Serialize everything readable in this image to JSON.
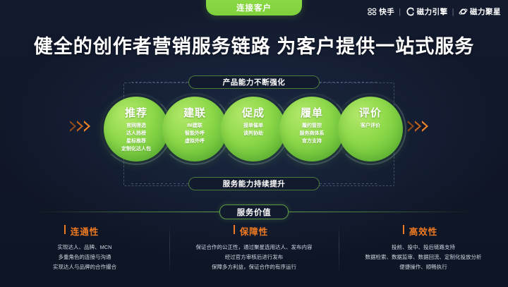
{
  "top_pill": {
    "label": "连接客户"
  },
  "brands": [
    {
      "name": "快手",
      "icon": "kuaishou-logo-icon"
    },
    {
      "name": "磁力引擎",
      "icon": "magnetic-engine-logo-icon"
    },
    {
      "name": "磁力聚星",
      "icon": "magnetic-juxing-logo-icon"
    }
  ],
  "brand_separator": "|",
  "headline": "健全的创作者营销服务链路  为客户提供一站式服务",
  "capsules": {
    "top": "产品能力不断强化",
    "bottom": "服务能力持续提升",
    "value": "服务价值"
  },
  "flow": {
    "nodes": [
      {
        "title": "推荐",
        "subs": [
          "官网筛选",
          "达人热榜",
          "星标推荐",
          "定制化达人包"
        ]
      },
      {
        "title": "建联",
        "subs": [
          "IM建联",
          "智能外呼",
          "虚拟外呼"
        ]
      },
      {
        "title": "促成",
        "subs": [
          "接单催单",
          "谈判协助"
        ]
      },
      {
        "title": "履单",
        "subs": [
          "履约管控",
          "服务商体系",
          "官方支持"
        ]
      },
      {
        "title": "评价",
        "subs": [
          "客户评价"
        ]
      }
    ]
  },
  "values": [
    {
      "title": "连通性",
      "lines": [
        "实现达人、品牌、MCN",
        "多重角色的连接与沟通",
        "实现达人与品牌的合作撮合"
      ]
    },
    {
      "title": "保障性",
      "lines": [
        "保证合作的公正性，通过聚星选用达人、发布内容",
        "经过官方审核后进行发布",
        "保障多方利益，保证合作的有序运行"
      ]
    },
    {
      "title": "高效性",
      "lines": [
        "投前、投中、投后链路支持",
        "数据检索、数据监审、数据回流、定制化投放分析",
        "便捷操作、顺畅执行"
      ]
    }
  ],
  "colors": {
    "background": "#11182b",
    "green": "#8ed94a",
    "orange": "#f07a22",
    "connector": "#c4551c"
  }
}
